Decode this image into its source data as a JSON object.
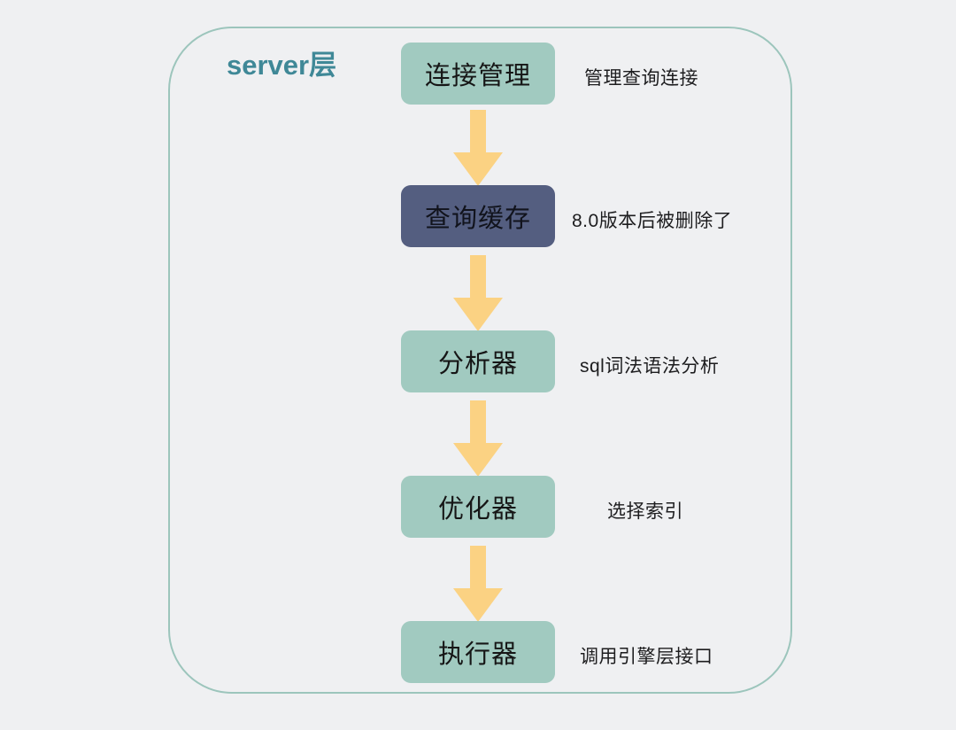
{
  "diagram": {
    "title": "server层",
    "title_color": "#3f8897",
    "background_color": "#eff0f2",
    "frame_border_color": "#9cc5bc",
    "arrow_color": "#fbd283",
    "node_green_color": "#a1cac0",
    "node_slate_color": "#545e80",
    "nodes": [
      {
        "label": "连接管理",
        "style": "green",
        "annotation": "管理查询连接"
      },
      {
        "label": "查询缓存",
        "style": "slate",
        "annotation": "8.0版本后被删除了"
      },
      {
        "label": "分析器",
        "style": "green",
        "annotation": "sql词法语法分析"
      },
      {
        "label": "优化器",
        "style": "green",
        "annotation": "选择索引"
      },
      {
        "label": "执行器",
        "style": "green",
        "annotation": "调用引擎层接口"
      }
    ],
    "arrows": [
      {
        "name": "arrow-connection-to-cache",
        "direction": "down"
      },
      {
        "name": "arrow-cache-to-parser",
        "direction": "down"
      },
      {
        "name": "arrow-parser-to-optimizer",
        "direction": "down"
      },
      {
        "name": "arrow-optimizer-to-executor",
        "direction": "down"
      }
    ]
  }
}
